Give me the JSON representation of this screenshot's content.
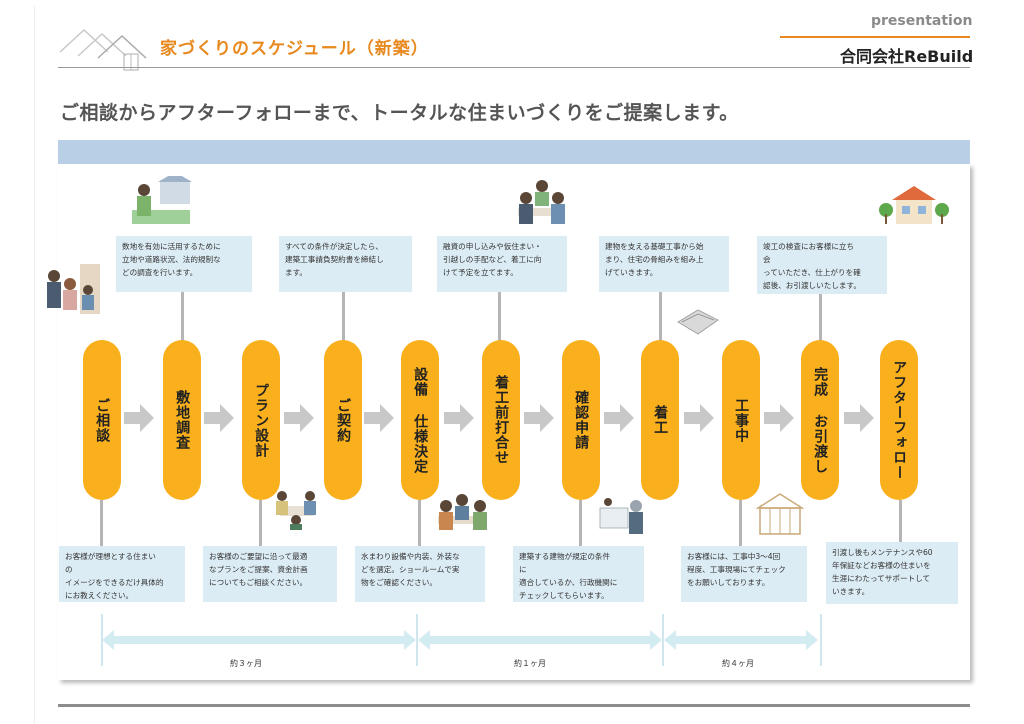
{
  "header": {
    "title": "家づくりのスケジュール（新築）",
    "presentation": "presentation",
    "company": "合同会社ReBuild"
  },
  "tagline": "ご相談からアフターフォローまで、トータルな住まいづくりをご提案します。",
  "stages": [
    {
      "label": "ご相談"
    },
    {
      "label": "敷地調査"
    },
    {
      "label": "プラン設計"
    },
    {
      "label": "ご契約"
    },
    {
      "label": "設備 仕様決定"
    },
    {
      "label": "着工前打合せ"
    },
    {
      "label": "確認申請"
    },
    {
      "label": "着工"
    },
    {
      "label": "工事中"
    },
    {
      "label": "完成 お引渡し"
    },
    {
      "label": "アフターフォロー"
    }
  ],
  "top_notes": [
    "数地を有効に活用するために\n立地や道路状況、法的規制な\nどの調査を行います。",
    "すべての条件が決定したら、\n建築工事請負契約書を締結し\nます。",
    "融資の申し込みや仮住まい・\n引越しの手配など、着工に向\nけて予定を立てます。",
    "建物を支える基礎工事から始\nまり、住宅の骨組みを組み上\nげていきます。",
    "竣工の検査にお客様に立ち\n会\nっていただき、仕上がりを確\n認後、お引渡しいたします。"
  ],
  "bottom_notes": [
    "お客様が理想とする住まい\nの\nイメージをできるだけ具体的\nにお教えください。",
    "お客様のご要望に沿って最適\nなプランをご提案、資金計画\nについてもご相談ください。",
    "水まわり設備や内装、外装な\nどを選定。ショールームで実\n物をご確認ください。",
    "建築する建物が規定の条件\nに\n適合しているか、行政機関に\nチェックしてもらいます。",
    "お客様には、工事中3～4回\n程度、工事現場にてチェック\nをお願いしております。",
    "引渡し後もメンテナンスや60\n年保証などお客様の住まいを\n生涯にわたってサポートして\nいきます。"
  ],
  "durations": [
    "約３ヶ月",
    "約１ヶ月",
    "約４ヶ月"
  ],
  "colors": {
    "accent": "#e8891f",
    "stage": "#f9b01c",
    "note_bg": "#dcecf4",
    "band": "#b9cfe6"
  }
}
